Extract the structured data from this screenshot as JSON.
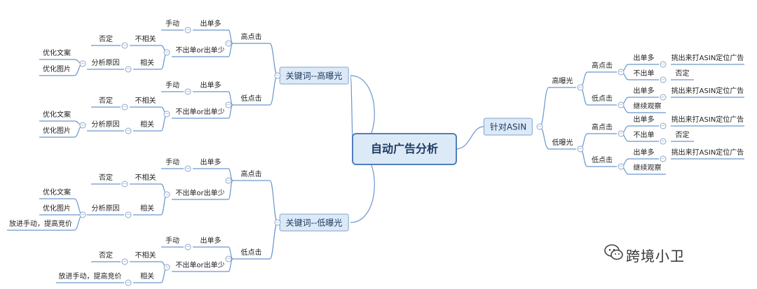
{
  "root": "自动广告分析",
  "branches": {
    "kw_high": "关键词--高曝光",
    "kw_low": "关键词--低曝光",
    "asin": "针对ASIN"
  },
  "labels": {
    "high_click": "高点击",
    "low_click": "低点击",
    "manual": "手动",
    "many_orders": "出单多",
    "no_or_few_orders": "不出单or出单少",
    "irrelevant": "不相关",
    "relevant": "相关",
    "negate": "否定",
    "analyze_reason": "分析原因",
    "optimize_copy": "优化文案",
    "optimize_image": "优化图片",
    "manual_raise_bid": "放进手动，提高竞价",
    "high_exposure": "高曝光",
    "low_exposure": "低曝光",
    "no_orders": "不出单",
    "pick_asin": "挑出来打ASIN定位广告",
    "keep_watching": "继续观察"
  },
  "watermark": "跨境小卫"
}
